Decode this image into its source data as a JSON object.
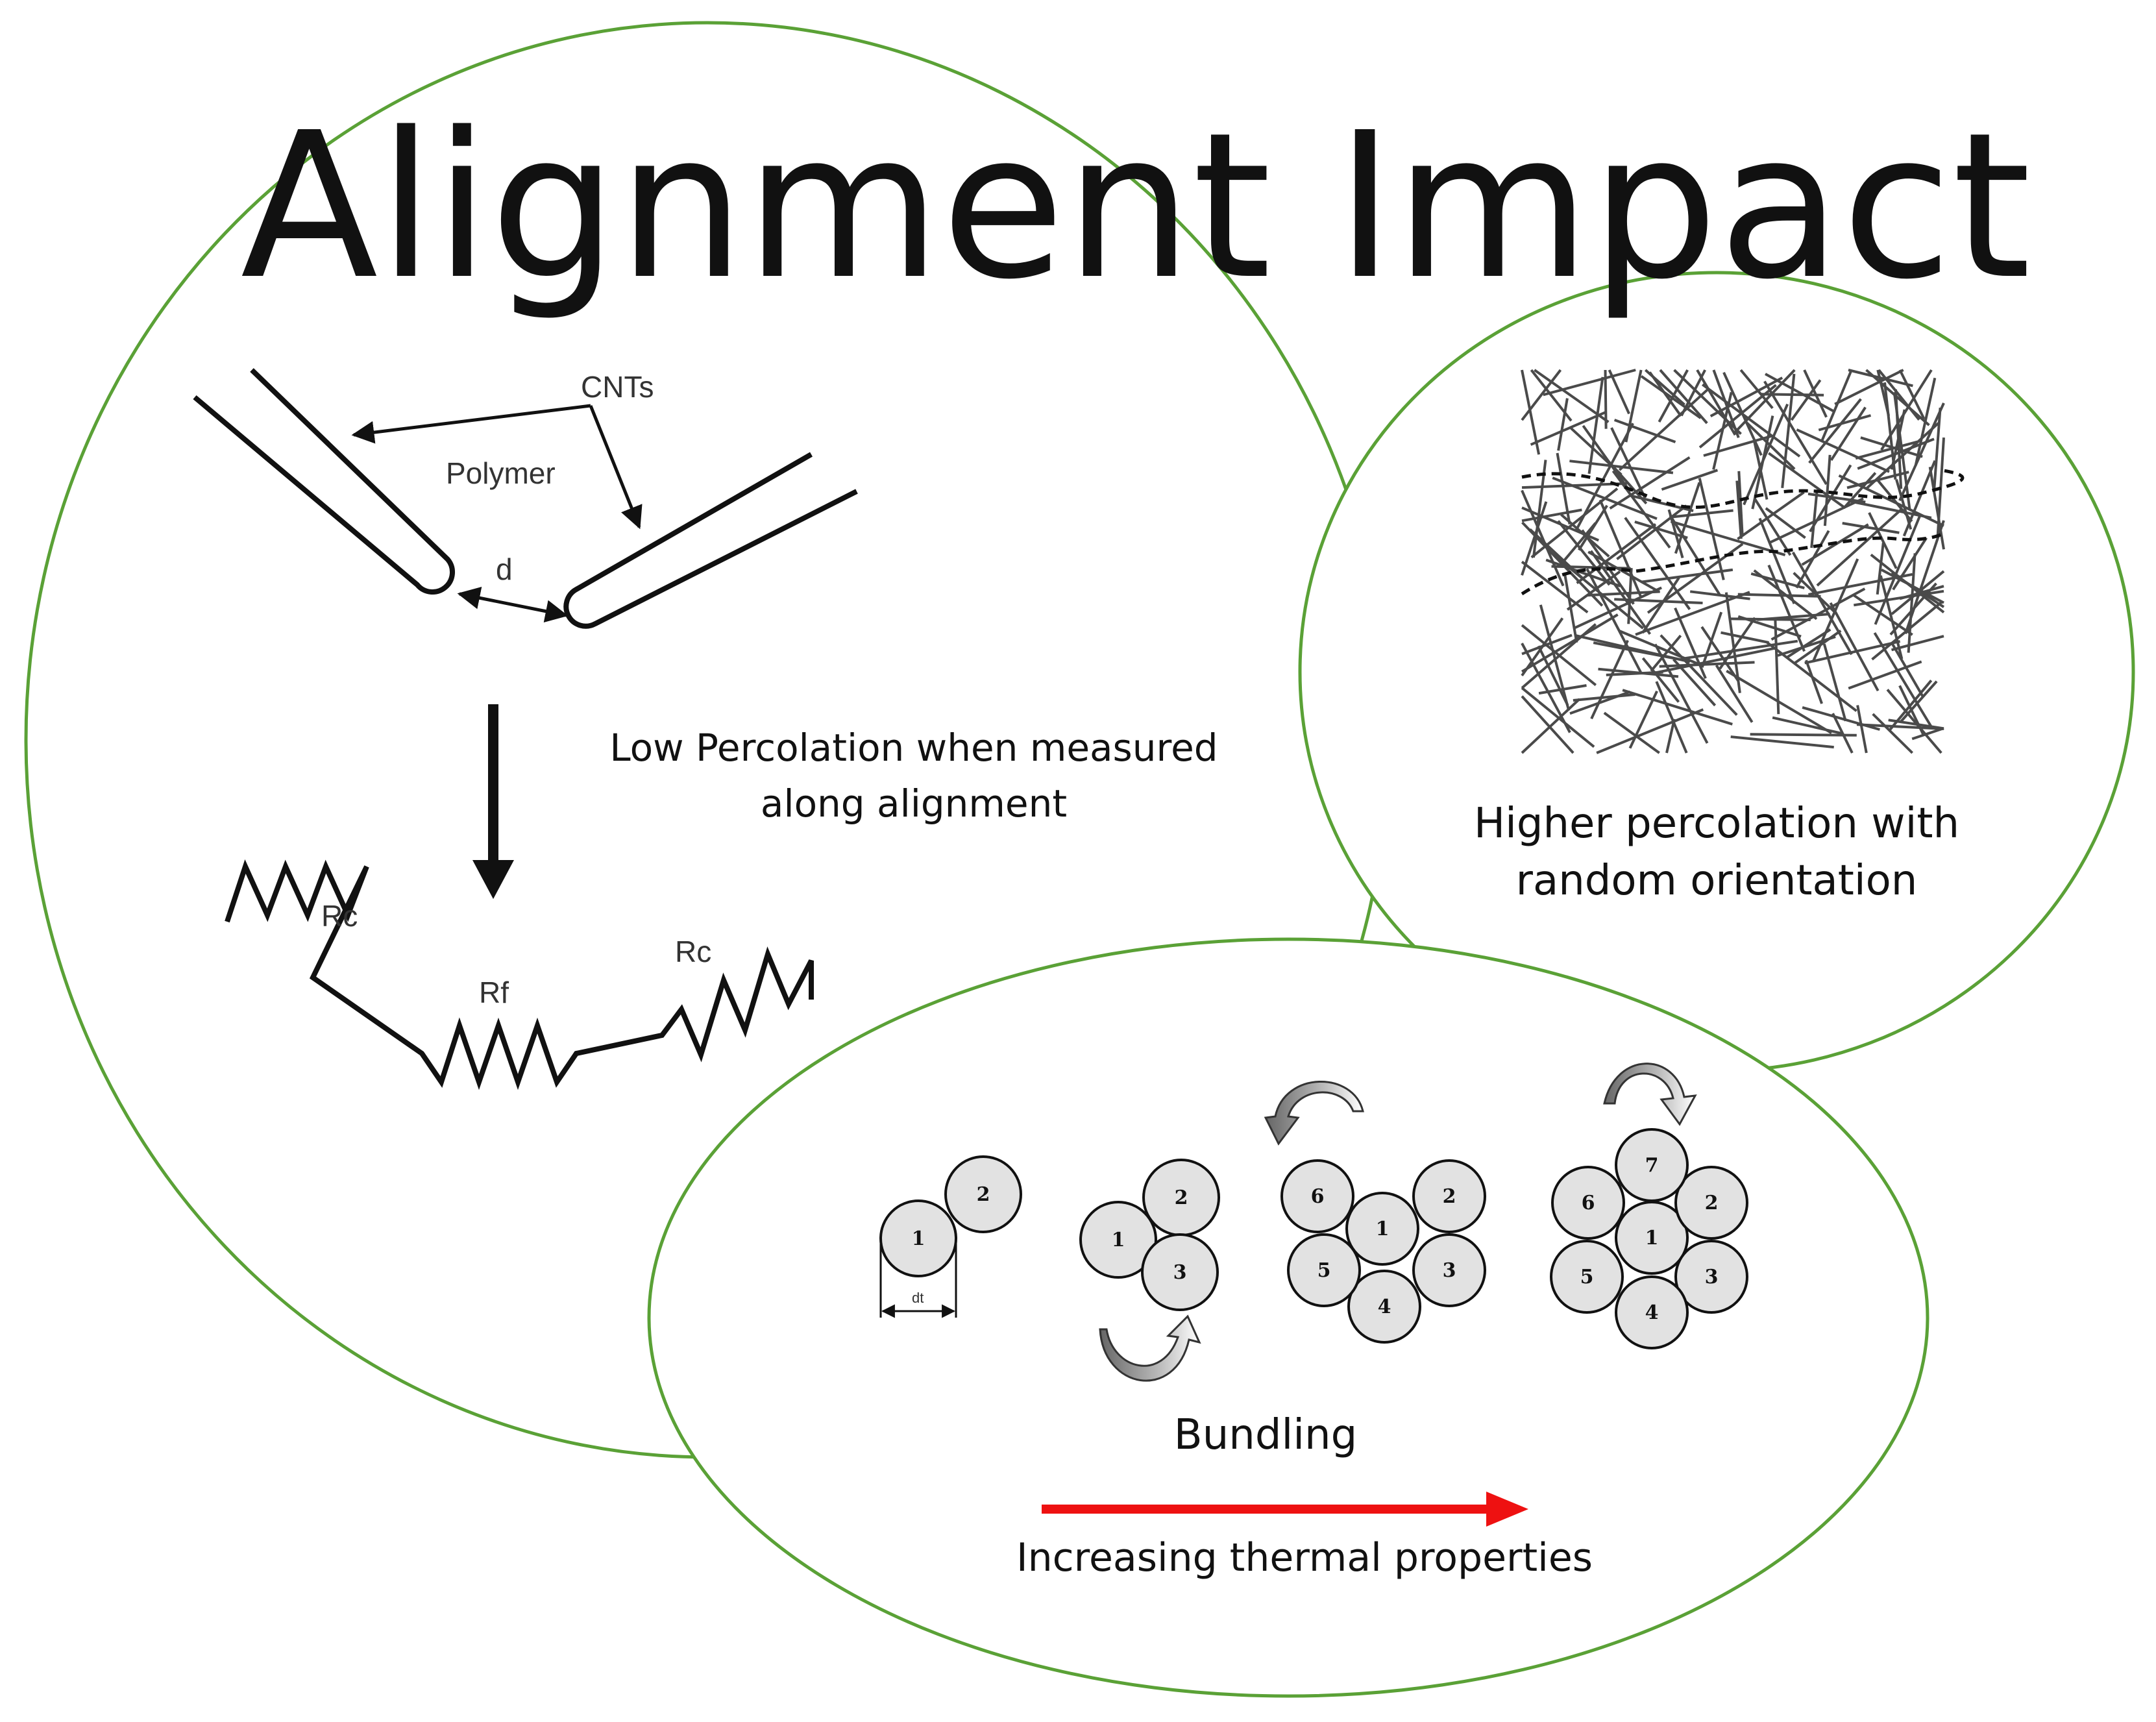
{
  "title": "Alignment Impact",
  "colors": {
    "circle_outline": "#5aa136",
    "red_arrow": "#ee1111",
    "ink": "#111111",
    "bubble_fill": "#e2e2e2"
  },
  "figure_cnt": {
    "label_cnts": "CNTs",
    "label_polymer": "Polymer",
    "label_d": "d"
  },
  "caption_alignment": {
    "line1": "Low Percolation when measured",
    "line2": "along alignment"
  },
  "figure_resistors": {
    "label_rc_left": "Rc",
    "label_rf": "Rf",
    "label_rc_right": "Rc"
  },
  "caption_random": {
    "line1": "Higher percolation with",
    "line2": "random orientation"
  },
  "figure_bundling": {
    "stage1": [
      "1",
      "2"
    ],
    "stage1_dim_label": "dt",
    "stage2": [
      "1",
      "2",
      "3"
    ],
    "stage3": [
      "1",
      "2",
      "3",
      "4",
      "5",
      "6"
    ],
    "stage4": [
      "1",
      "2",
      "3",
      "4",
      "5",
      "6",
      "7"
    ]
  },
  "caption_bundling": "Bundling",
  "caption_thermal": "Increasing thermal properties"
}
